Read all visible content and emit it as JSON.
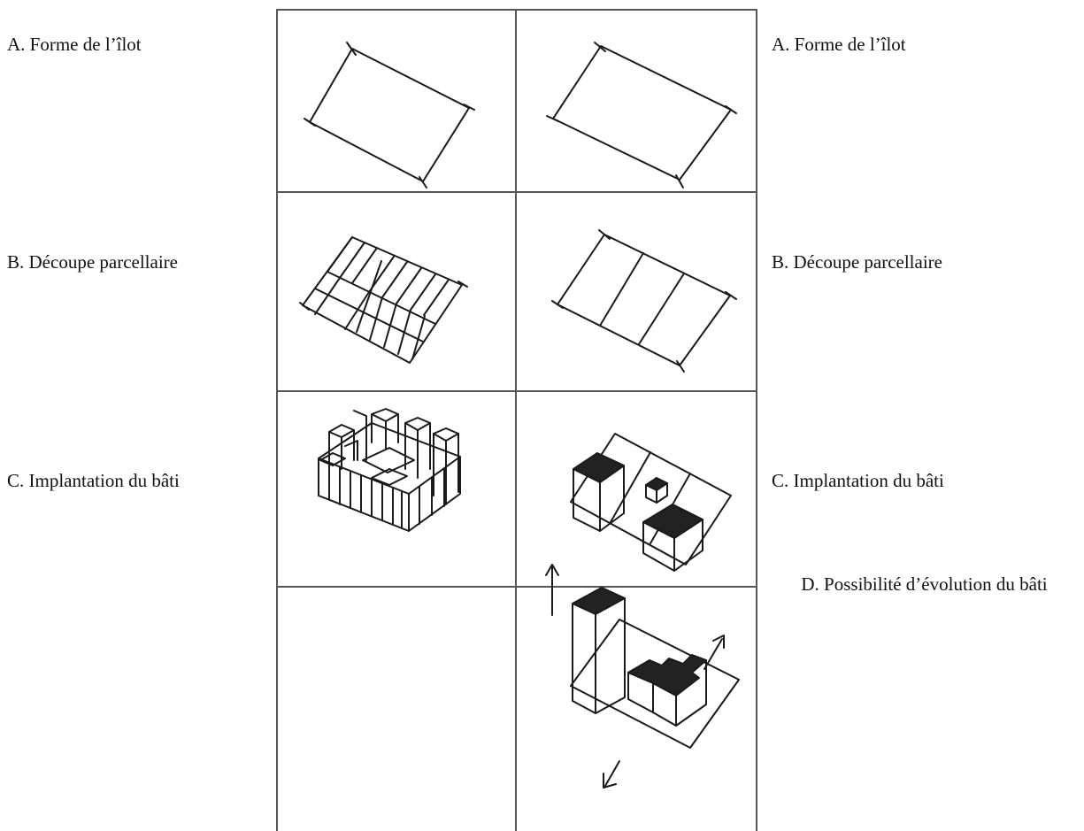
{
  "left_labels": {
    "a": "A. Forme de l’îlot",
    "b": "B. Découpe parcellaire",
    "c": "C. Implantation du bâti"
  },
  "right_labels": {
    "a": "A. Forme de l’îlot",
    "b": "B. Découpe parcellaire",
    "c": "C. Implantation du bâti",
    "d": "D. Possibilité d’évolution du bâti"
  },
  "colors": {
    "ink": "#1a1a1a",
    "grid_line": "#555555",
    "building_fill": "#222222"
  }
}
